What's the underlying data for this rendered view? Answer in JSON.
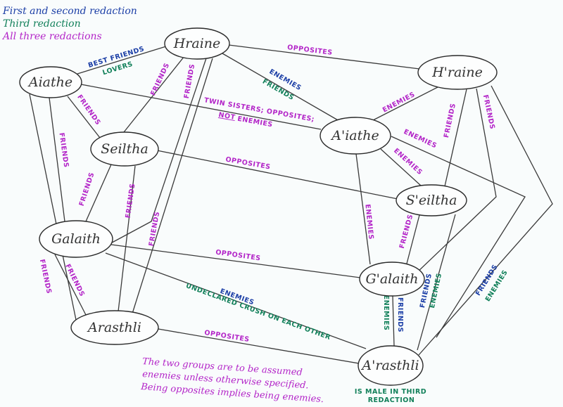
{
  "legend": {
    "first_second": "First and second redaction",
    "third": "Third redaction",
    "all_three": "All three redactions",
    "colors": {
      "first_second": "#1b3ea6",
      "third": "#12805a",
      "all_three": "#b325c8"
    }
  },
  "nodes": {
    "hraine": "Hraine",
    "aiathe": "Aiathe",
    "seiltha": "Seiltha",
    "galaith": "Galaith",
    "arasthli": "Arasthli",
    "h_raine": "H'raine",
    "a_iathe": "A'iathe",
    "s_eiltha": "S'eiltha",
    "g_alaith": "G'alaith",
    "a_rasthli": "A'rasthli"
  },
  "edges": {
    "aiathe_hraine_1": "BEST FRIENDS",
    "aiathe_hraine_3": "LOVERS",
    "hraine_h_raine": "OPPOSITES",
    "hraine_a_iathe_1": "ENEMIES",
    "hraine_a_iathe_3": "FRIENDS",
    "aiathe_a_iathe_a": "TWIN SISTERS; OPPOSITES;",
    "aiathe_a_iathe_not": "NOT",
    "aiathe_a_iathe_b": "ENEMIES",
    "aiathe_seiltha": "FRIENDS",
    "aiathe_galaith": "FRIENDS",
    "aiathe_arasthli": "FRIENDS",
    "hraine_seiltha": "FRIENDS",
    "hraine_galaith": "FRIENDS",
    "hraine_arasthli": "FRIENDS",
    "seiltha_galaith": "FRIENDS",
    "seiltha_arasthli": "FRIENDS",
    "galaith_arasthli": "FRIENDS",
    "seiltha_s_eiltha": "OPPOSITES",
    "galaith_g_alaith": "OPPOSITES",
    "arasthli_a_rasthli": "OPPOSITES",
    "galaith_a_rasthli_1": "ENEMIES",
    "galaith_a_rasthli_3": "UNDECLARED CRUSH ON EACH OTHER",
    "h_raine_a_iathe": "ENEMIES",
    "h_raine_s_eiltha": "FRIENDS",
    "h_raine_g_alaith": "FRIENDS",
    "a_iathe_right": "ENEMIES",
    "a_iathe_s_eiltha": "ENEMIES",
    "a_iathe_g_alaith": "ENEMIES",
    "s_eiltha_g_alaith": "FRIENDS",
    "g_alaith_a_rasthli_3": "ENEMIES",
    "g_alaith_a_rasthli_1": "FRIENDS",
    "s_eiltha_a_rasthli_1": "FRIENDS",
    "s_eiltha_a_rasthli_3": "ENEMIES",
    "h_raine_a_rasthli_1": "FRIENDS",
    "h_raine_a_rasthli_3": "ENEMIES"
  },
  "a_rasthli_note_1": "IS MALE IN THIRD",
  "a_rasthli_note_2": "REDACTION",
  "footnote": {
    "line1": "The two groups are to be assumed",
    "line2": "enemies unless otherwise specified.",
    "line3": "Being opposites implies being enemies."
  }
}
